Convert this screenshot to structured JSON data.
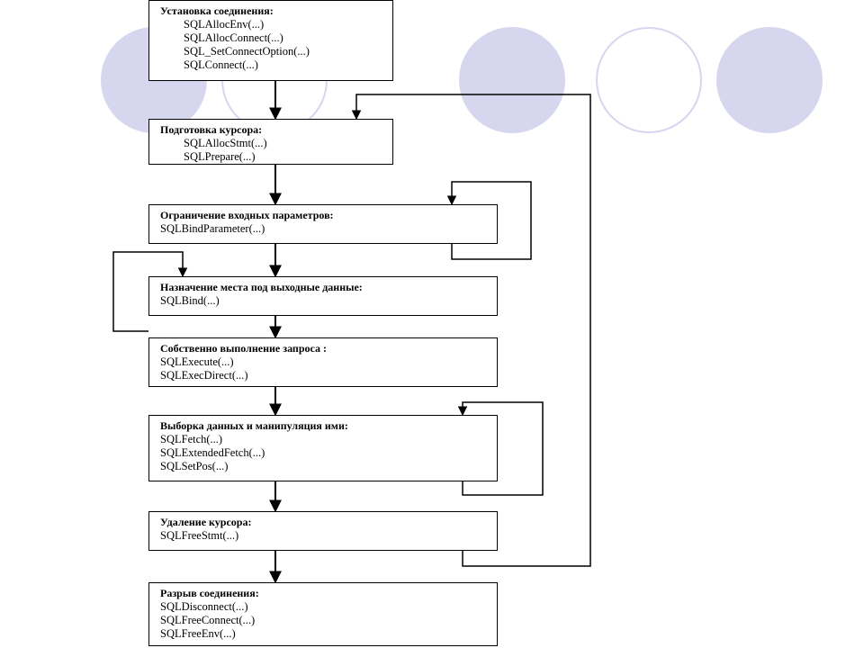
{
  "colors": {
    "circle_fill": "#d6d6ef",
    "line": "#000000"
  },
  "blocks": [
    {
      "title": "Установка соединения:",
      "items": [
        "SQLAllocEnv(...)",
        "SQLAllocConnect(...)",
        "SQL_SetConnectOption(...)",
        "SQLConnect(...)"
      ]
    },
    {
      "title": "Подготовка курсора:",
      "items": [
        "SQLAllocStmt(...)",
        "SQLPrepare(...)"
      ]
    },
    {
      "title": "Ограничение входных параметров:",
      "items": [
        "SQLBindParameter(...)"
      ]
    },
    {
      "title": "Назначение места под выходные данные:",
      "items": [
        "SQLBind(...)"
      ]
    },
    {
      "title": "Собственно выполнение запроса :",
      "items": [
        "SQLExecute(...)",
        "SQLExecDirect(...)"
      ]
    },
    {
      "title": "Выборка данных и манипуляция ими:",
      "items": [
        "SQLFetch(...)",
        "SQLExtendedFetch(...)",
        "SQLSetPos(...)"
      ]
    },
    {
      "title": "Удаление курсора:",
      "items": [
        "SQLFreeStmt(...)"
      ]
    },
    {
      "title": "Разрыв соединения:",
      "items": [
        "SQLDisconnect(...)",
        "SQLFreeConnect(...)",
        "SQLFreeEnv(...)"
      ]
    }
  ]
}
